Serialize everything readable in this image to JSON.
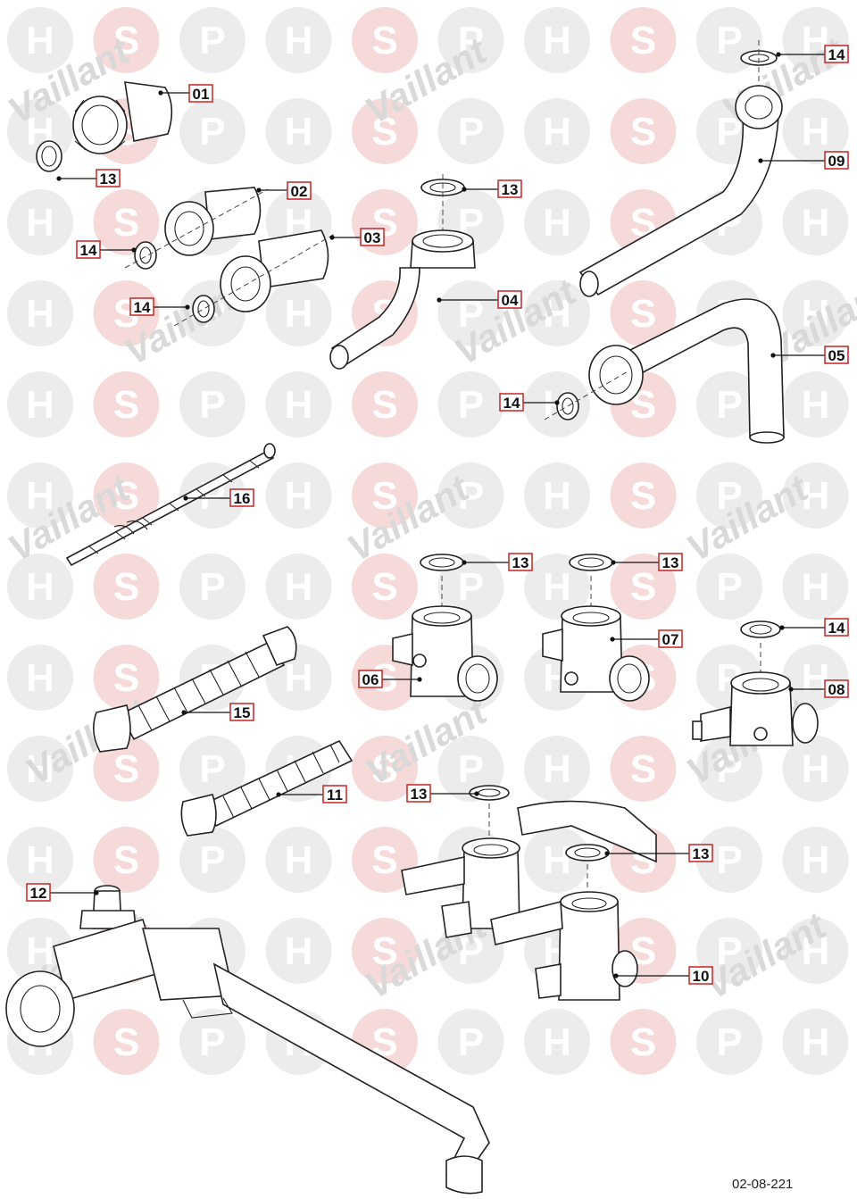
{
  "watermark": {
    "letters": [
      "H",
      "S",
      "P"
    ],
    "brand": "Vaillant",
    "colors": {
      "grey": "#ececec",
      "pink": "#f6dada",
      "letter": "#ffffff"
    }
  },
  "callouts": [
    {
      "id": "01",
      "label": "01"
    },
    {
      "id": "02",
      "label": "02"
    },
    {
      "id": "03",
      "label": "03"
    },
    {
      "id": "04",
      "label": "04"
    },
    {
      "id": "05",
      "label": "05"
    },
    {
      "id": "06",
      "label": "06"
    },
    {
      "id": "07",
      "label": "07"
    },
    {
      "id": "08",
      "label": "08"
    },
    {
      "id": "09",
      "label": "09"
    },
    {
      "id": "10",
      "label": "10"
    },
    {
      "id": "11",
      "label": "11"
    },
    {
      "id": "12",
      "label": "12"
    },
    {
      "id": "13",
      "label": "13"
    },
    {
      "id": "14",
      "label": "14"
    },
    {
      "id": "15",
      "label": "15"
    },
    {
      "id": "16",
      "label": "16"
    }
  ],
  "drawing_code": "02-08-221",
  "accent_color": "#cc2222"
}
